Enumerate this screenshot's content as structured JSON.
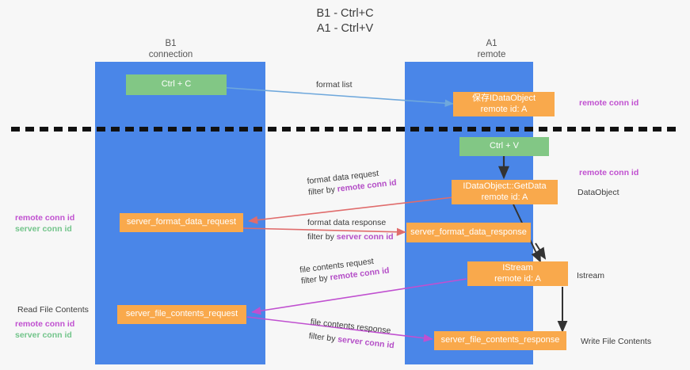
{
  "title": {
    "line1": "B1 - Ctrl+C",
    "line2": "A1 - Ctrl+V"
  },
  "columns": [
    {
      "name": "B1",
      "role": "connection"
    },
    {
      "name": "A1",
      "role": "remote"
    }
  ],
  "colors": {
    "lane": "#4a86e8",
    "node_orange": "#f9a94c",
    "node_green": "#82c785",
    "remote_conn_id": "#c050d0",
    "server_conn_id": "#72c48a",
    "arrow_blue": "#6fa8dc",
    "arrow_red": "#e06c6c",
    "arrow_purple": "#c050d0",
    "arrow_black": "#333333",
    "divider": "#111111",
    "background": "#f7f7f7"
  },
  "nodes": {
    "ctrl_c": {
      "label": "Ctrl + C",
      "style": "green"
    },
    "save_idataobject": {
      "line1": "保存IDataObject",
      "line2": "remote id: A",
      "style": "orange"
    },
    "ctrl_v": {
      "label": "Ctrl + V",
      "style": "green"
    },
    "getdata": {
      "line1": "IDataObject::GetData",
      "line2": "remote id: A",
      "style": "orange"
    },
    "server_format_data_request": {
      "label": "server_format_data_request",
      "style": "orange"
    },
    "server_format_data_response": {
      "label": "server_format_data_response",
      "style": "orange"
    },
    "istream": {
      "line1": "IStream",
      "line2": "remote id: A",
      "style": "orange"
    },
    "server_file_contents_request": {
      "label": "server_file_contents_request",
      "style": "orange"
    },
    "server_file_contents_response": {
      "label": "server_file_contents_response",
      "style": "orange"
    }
  },
  "edges": {
    "format_list": {
      "label": "format list"
    },
    "format_data_request": {
      "label": "format data request",
      "filter_prefix": "filter by ",
      "filter_key": "remote conn id"
    },
    "format_data_response": {
      "label": "format data response",
      "filter_prefix": "filter by ",
      "filter_key": "server conn id"
    },
    "file_contents_request": {
      "label": "file contents request",
      "filter_prefix": "filter by ",
      "filter_key": "remote conn id"
    },
    "file_contents_response": {
      "label": "file contents response",
      "filter_prefix": "filter by ",
      "filter_key": "server conn id"
    }
  },
  "annotations": {
    "right_top_remote_conn_id": "remote conn id",
    "right_mid_remote_conn_id": "remote conn id",
    "data_object": "DataObject",
    "istream": "Istream",
    "write_file_contents": "Write File Contents",
    "read_file_contents": "Read File Contents"
  },
  "legend": {
    "left_mid": {
      "remote": "remote conn id",
      "server": "server conn id"
    },
    "left_bottom": {
      "remote": "remote conn id",
      "server": "server conn id"
    }
  }
}
